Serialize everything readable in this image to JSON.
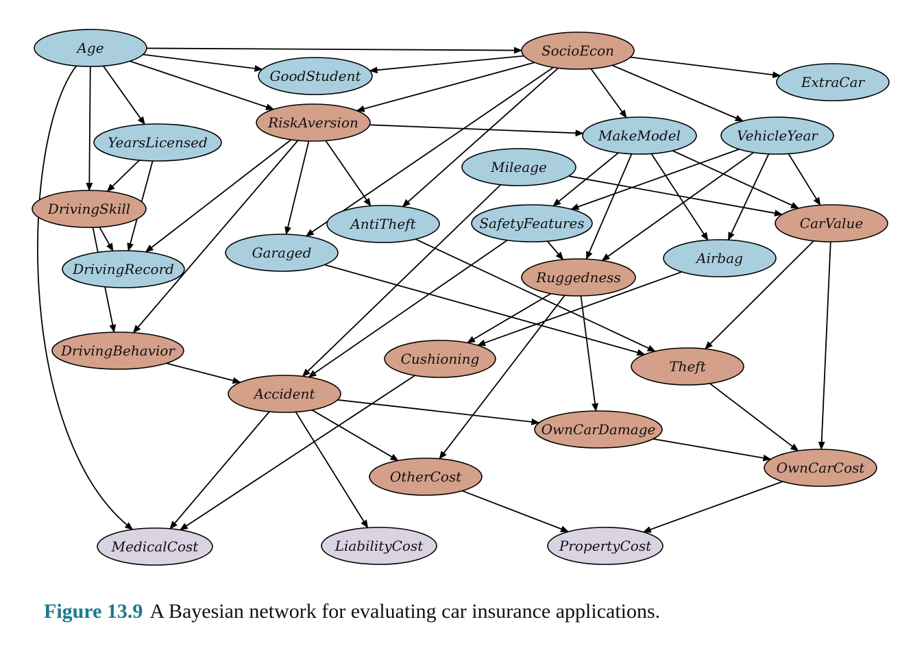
{
  "colors": {
    "blue": "#a9cfdf",
    "orange": "#d4a089",
    "lavender": "#d9d3e2",
    "caption_label": "#1a7a8a"
  },
  "nodes": [
    {
      "id": "age",
      "label": "Age",
      "color": "blue"
    },
    {
      "id": "socioecon",
      "label": "SocioEcon",
      "color": "orange"
    },
    {
      "id": "goodstudent",
      "label": "GoodStudent",
      "color": "blue"
    },
    {
      "id": "extracar",
      "label": "ExtraCar",
      "color": "blue"
    },
    {
      "id": "riskaversion",
      "label": "RiskAversion",
      "color": "orange"
    },
    {
      "id": "yearslicensed",
      "label": "YearsLicensed",
      "color": "blue"
    },
    {
      "id": "makemodel",
      "label": "MakeModel",
      "color": "blue"
    },
    {
      "id": "vehicleyear",
      "label": "VehicleYear",
      "color": "blue"
    },
    {
      "id": "mileage",
      "label": "Mileage",
      "color": "blue"
    },
    {
      "id": "drivingskill",
      "label": "DrivingSkill",
      "color": "orange"
    },
    {
      "id": "antitheft",
      "label": "AntiTheft",
      "color": "blue"
    },
    {
      "id": "safetyfeatures",
      "label": "SafetyFeatures",
      "color": "blue"
    },
    {
      "id": "carvalue",
      "label": "CarValue",
      "color": "orange"
    },
    {
      "id": "garaged",
      "label": "Garaged",
      "color": "blue"
    },
    {
      "id": "drivingrecord",
      "label": "DrivingRecord",
      "color": "blue"
    },
    {
      "id": "airbag",
      "label": "Airbag",
      "color": "blue"
    },
    {
      "id": "ruggedness",
      "label": "Ruggedness",
      "color": "orange"
    },
    {
      "id": "drivingbehavior",
      "label": "DrivingBehavior",
      "color": "orange"
    },
    {
      "id": "cushioning",
      "label": "Cushioning",
      "color": "orange"
    },
    {
      "id": "theft",
      "label": "Theft",
      "color": "orange"
    },
    {
      "id": "accident",
      "label": "Accident",
      "color": "orange"
    },
    {
      "id": "owncardamage",
      "label": "OwnCarDamage",
      "color": "orange"
    },
    {
      "id": "owncarcost",
      "label": "OwnCarCost",
      "color": "orange"
    },
    {
      "id": "othercost",
      "label": "OtherCost",
      "color": "orange"
    },
    {
      "id": "medicalcost",
      "label": "MedicalCost",
      "color": "lavender"
    },
    {
      "id": "liabilitycost",
      "label": "LiabilityCost",
      "color": "lavender"
    },
    {
      "id": "propertycost",
      "label": "PropertyCost",
      "color": "lavender"
    }
  ],
  "edges": [
    {
      "from": "age",
      "to": "socioecon"
    },
    {
      "from": "age",
      "to": "goodstudent"
    },
    {
      "from": "age",
      "to": "riskaversion"
    },
    {
      "from": "age",
      "to": "yearslicensed"
    },
    {
      "from": "age",
      "to": "drivingskill"
    },
    {
      "from": "age",
      "to": "medicalcost"
    },
    {
      "from": "socioecon",
      "to": "goodstudent"
    },
    {
      "from": "socioecon",
      "to": "extracar"
    },
    {
      "from": "socioecon",
      "to": "riskaversion"
    },
    {
      "from": "socioecon",
      "to": "makemodel"
    },
    {
      "from": "socioecon",
      "to": "vehicleyear"
    },
    {
      "from": "socioecon",
      "to": "antitheft"
    },
    {
      "from": "socioecon",
      "to": "garaged"
    },
    {
      "from": "riskaversion",
      "to": "makemodel"
    },
    {
      "from": "riskaversion",
      "to": "antitheft"
    },
    {
      "from": "riskaversion",
      "to": "garaged"
    },
    {
      "from": "riskaversion",
      "to": "drivingrecord"
    },
    {
      "from": "riskaversion",
      "to": "drivingbehavior"
    },
    {
      "from": "yearslicensed",
      "to": "drivingskill"
    },
    {
      "from": "yearslicensed",
      "to": "drivingrecord"
    },
    {
      "from": "drivingskill",
      "to": "drivingrecord"
    },
    {
      "from": "drivingskill",
      "to": "drivingbehavior"
    },
    {
      "from": "makemodel",
      "to": "safetyfeatures"
    },
    {
      "from": "makemodel",
      "to": "ruggedness"
    },
    {
      "from": "makemodel",
      "to": "airbag"
    },
    {
      "from": "makemodel",
      "to": "carvalue"
    },
    {
      "from": "vehicleyear",
      "to": "safetyfeatures"
    },
    {
      "from": "vehicleyear",
      "to": "ruggedness"
    },
    {
      "from": "vehicleyear",
      "to": "airbag"
    },
    {
      "from": "vehicleyear",
      "to": "carvalue"
    },
    {
      "from": "mileage",
      "to": "carvalue"
    },
    {
      "from": "mileage",
      "to": "accident"
    },
    {
      "from": "antitheft",
      "to": "theft"
    },
    {
      "from": "safetyfeatures",
      "to": "ruggedness"
    },
    {
      "from": "safetyfeatures",
      "to": "accident"
    },
    {
      "from": "garaged",
      "to": "theft"
    },
    {
      "from": "airbag",
      "to": "cushioning"
    },
    {
      "from": "ruggedness",
      "to": "cushioning"
    },
    {
      "from": "ruggedness",
      "to": "owncardamage"
    },
    {
      "from": "ruggedness",
      "to": "othercost"
    },
    {
      "from": "carvalue",
      "to": "theft"
    },
    {
      "from": "carvalue",
      "to": "owncarcost"
    },
    {
      "from": "drivingbehavior",
      "to": "accident"
    },
    {
      "from": "cushioning",
      "to": "medicalcost"
    },
    {
      "from": "theft",
      "to": "owncarcost"
    },
    {
      "from": "accident",
      "to": "owncardamage"
    },
    {
      "from": "accident",
      "to": "othercost"
    },
    {
      "from": "accident",
      "to": "medicalcost"
    },
    {
      "from": "accident",
      "to": "liabilitycost"
    },
    {
      "from": "owncardamage",
      "to": "owncarcost"
    },
    {
      "from": "othercost",
      "to": "propertycost"
    },
    {
      "from": "owncarcost",
      "to": "propertycost"
    }
  ],
  "caption": {
    "label": "Figure 13.9",
    "text": "A Bayesian network for evaluating car insurance applications."
  }
}
